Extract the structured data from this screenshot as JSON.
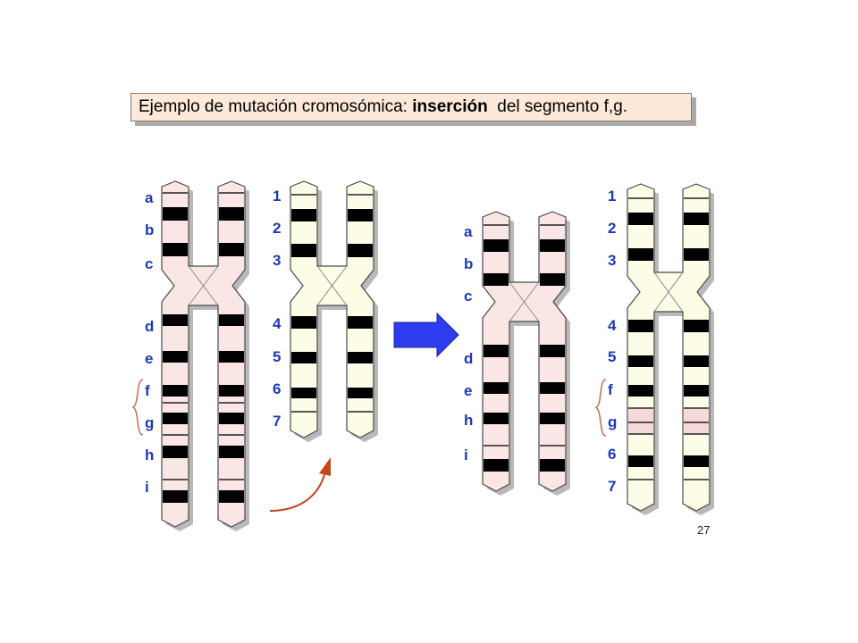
{
  "title": {
    "prefix": "Ejemplo de mutación cromosómica: ",
    "emphasis": "inserción",
    "suffix": "  del segmento f,g."
  },
  "page_number": "27",
  "colors": {
    "label": "#1e3aaf",
    "pink_fill": "#fbe6e6",
    "cream_fill": "#fdfce6",
    "band": "#000000",
    "arrow": "#2e3cef",
    "curved_arrow": "#c8441c",
    "brace": "#c0704a",
    "title_bg": "#fde9d9"
  },
  "chromosomes": [
    {
      "id": "original-letters",
      "labels": [
        "a",
        "b",
        "c",
        "d",
        "e",
        "f",
        "g",
        "h",
        "i"
      ],
      "bracket_labels": [
        "f",
        "g"
      ]
    },
    {
      "id": "original-numbers",
      "labels": [
        "1",
        "2",
        "3",
        "4",
        "5",
        "6",
        "7"
      ]
    },
    {
      "id": "result-letters",
      "labels": [
        "a",
        "b",
        "c",
        "d",
        "e",
        "h",
        "i"
      ]
    },
    {
      "id": "result-numbers",
      "labels": [
        "1",
        "2",
        "3",
        "4",
        "5",
        "f",
        "g",
        "6",
        "7"
      ],
      "bracket_labels": [
        "f",
        "g"
      ]
    }
  ],
  "annotations": {
    "transfer_arrow": "arrow-right-icon",
    "insertion_arrow": "curved-arrow-icon",
    "brace": "curly-brace-icon"
  }
}
